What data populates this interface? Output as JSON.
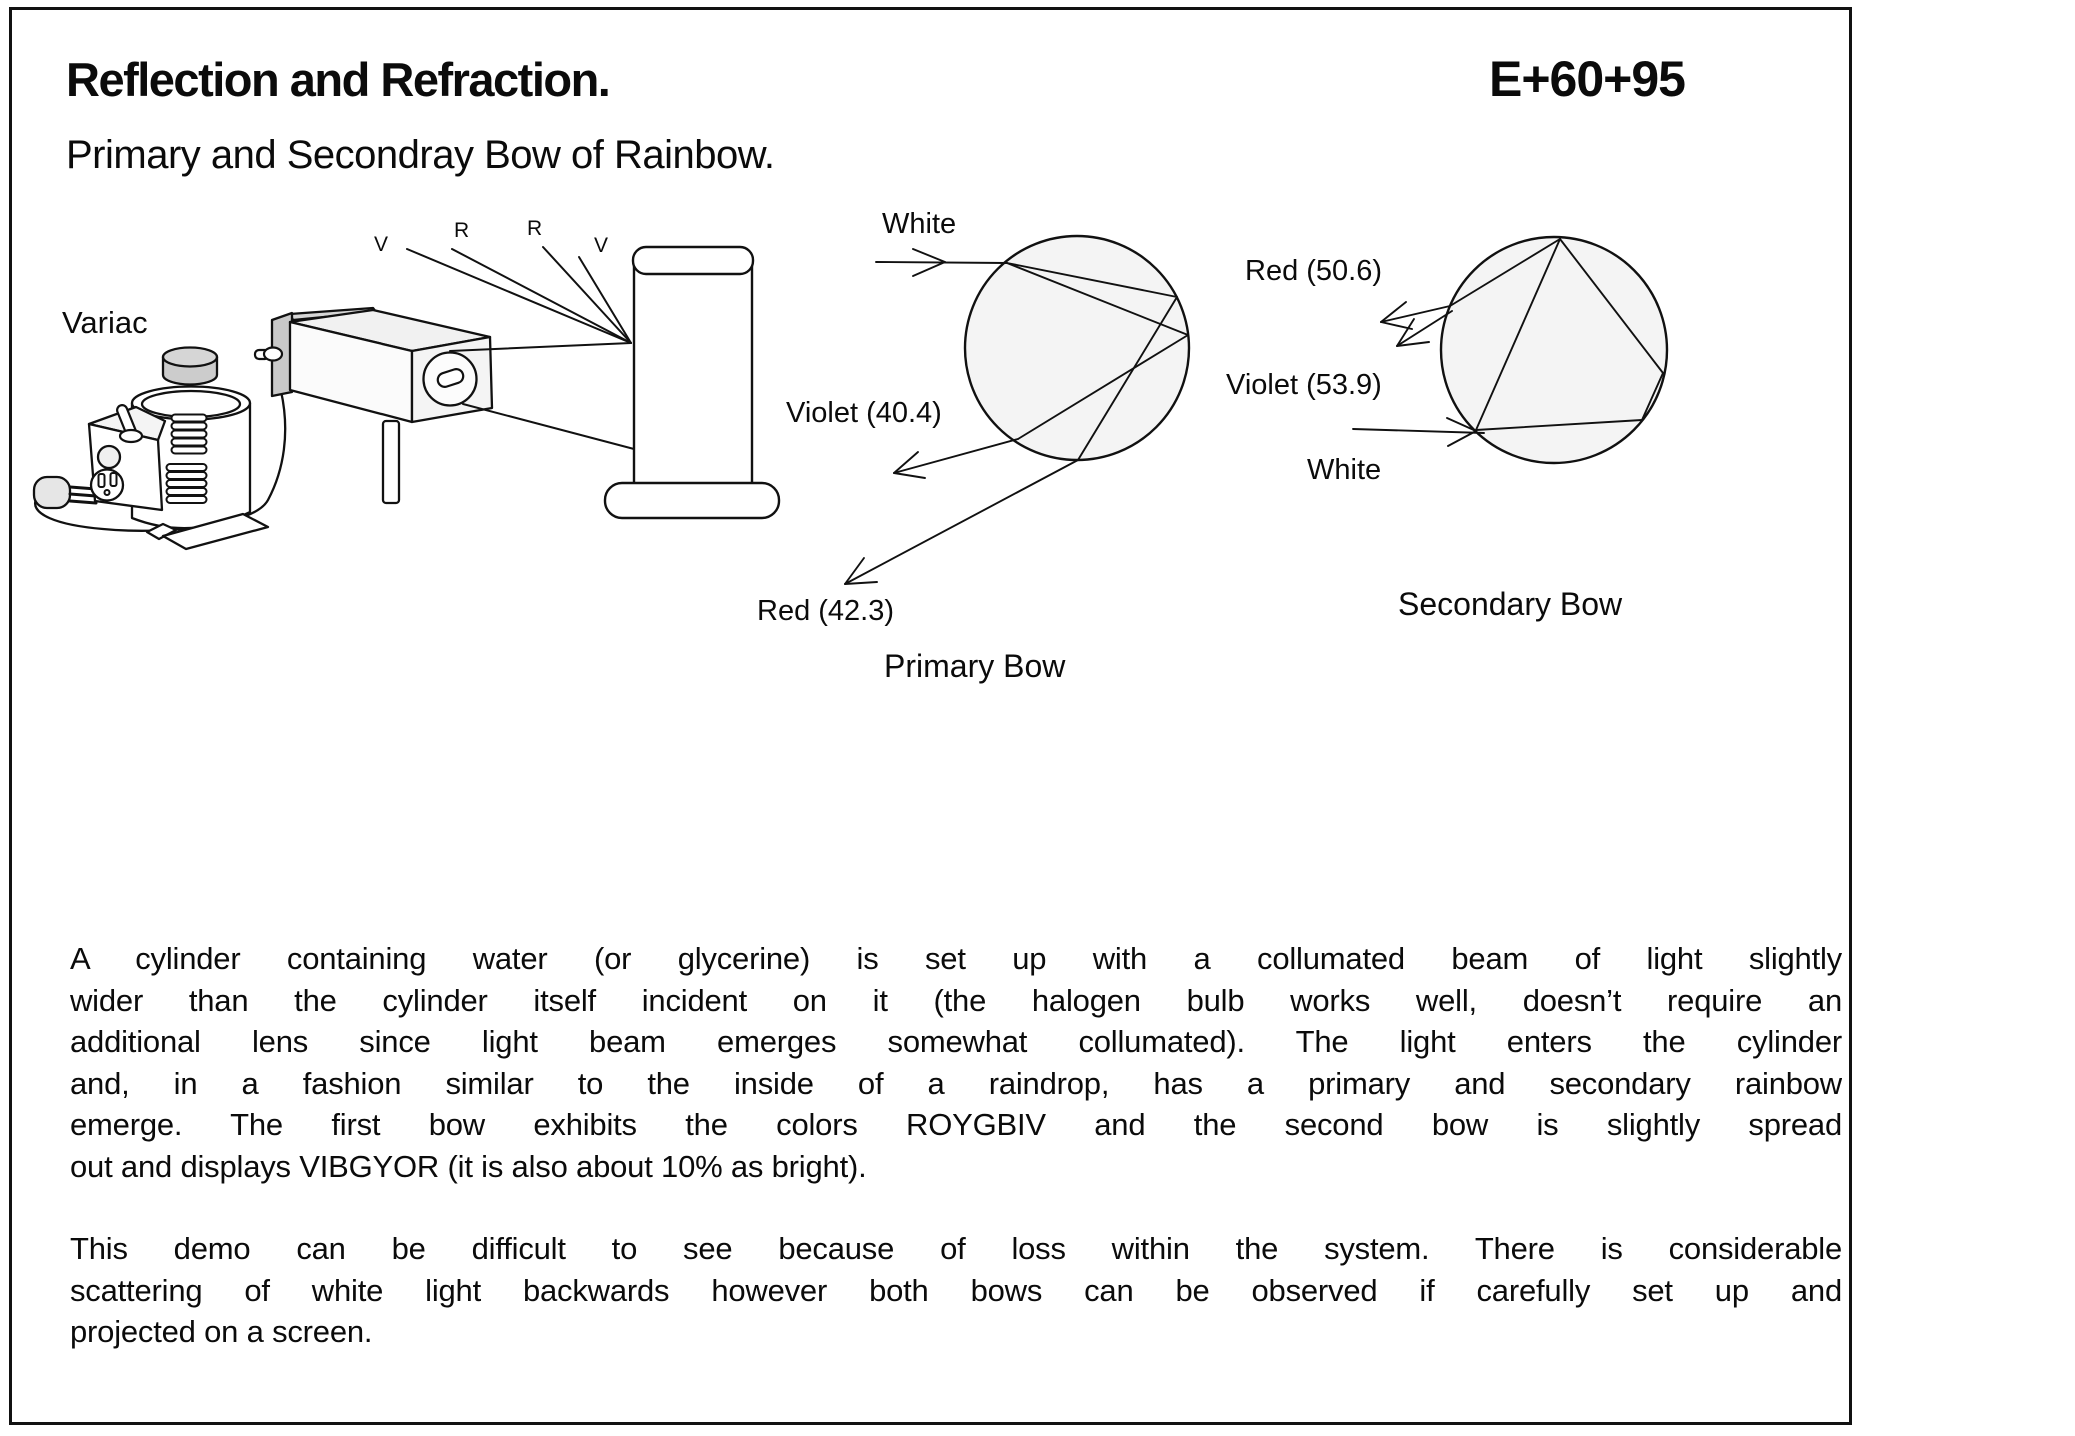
{
  "page": {
    "title": "Reflection and Refraction.",
    "code": "E+60+95",
    "subtitle": "Primary and Secondray Bow of Rainbow."
  },
  "apparatus": {
    "variac_label": "Variac",
    "ray_labels": [
      "V",
      "R",
      "R",
      "V"
    ]
  },
  "primary_bow": {
    "white_label": "White",
    "violet_label": "Violet (40.4)",
    "red_label": "Red (42.3)",
    "caption": "Primary Bow"
  },
  "secondary_bow": {
    "red_label": "Red (50.6)",
    "violet_label": "Violet (53.9)",
    "white_label": "White",
    "caption": "Secondary Bow"
  },
  "body": {
    "para1_lines": [
      "A cylinder containing water (or glycerine) is set up with a collumated beam of light slightly",
      "wider than the cylinder itself incident on it (the halogen bulb works well, doesn’t require an",
      "additional lens since light beam emerges somewhat collumated).  The light enters the cylinder",
      "and, in a fashion similar to the inside of a raindrop, has a primary and secondary rainbow",
      "emerge.  The first bow exhibits the colors ROYGBIV and the second bow is slightly spread",
      "out and displays VIBGYOR (it is also about 10% as bright)."
    ],
    "para2_lines": [
      "This demo can be difficult to see because of loss within the system.  There is considerable",
      "scattering of white light backwards however both bows can be observed if carefully set up and",
      "projected on a screen."
    ]
  },
  "colors": {
    "ink": "#111111",
    "circle_fill": "#f4f4f4",
    "panel_gray": "#c9c9c9",
    "knob_gray": "#cccccc"
  }
}
